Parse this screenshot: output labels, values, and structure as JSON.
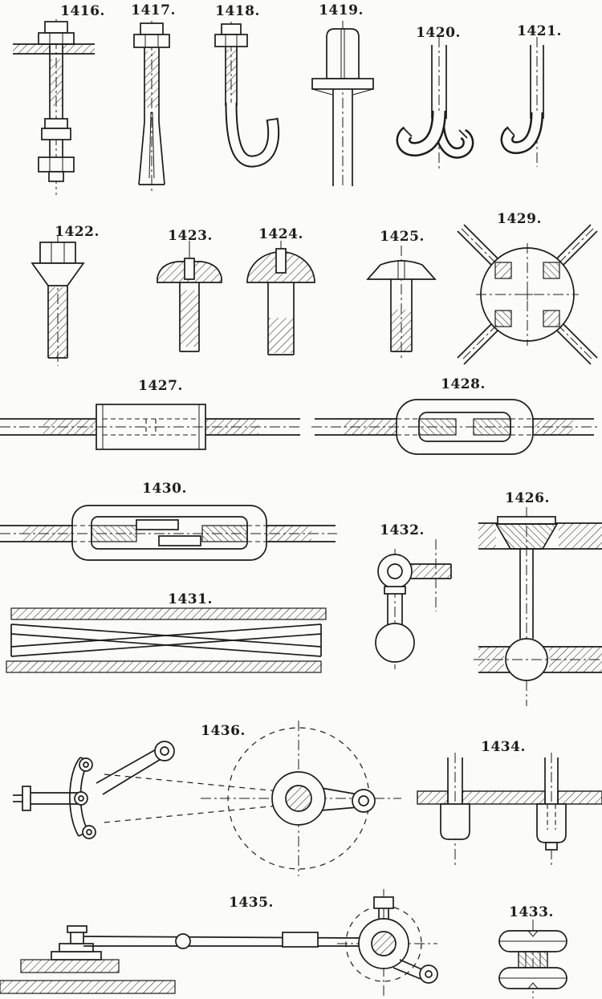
{
  "page": {
    "background": "#fbfbf9",
    "ink": "#1c1c1c"
  },
  "figures": {
    "f1416": {
      "label": "1416."
    },
    "f1417": {
      "label": "1417."
    },
    "f1418": {
      "label": "1418."
    },
    "f1419": {
      "label": "1419."
    },
    "f1420": {
      "label": "1420."
    },
    "f1421": {
      "label": "1421."
    },
    "f1422": {
      "label": "1422."
    },
    "f1423": {
      "label": "1423."
    },
    "f1424": {
      "label": "1424."
    },
    "f1425": {
      "label": "1425."
    },
    "f1426": {
      "label": "1426."
    },
    "f1427": {
      "label": "1427."
    },
    "f1428": {
      "label": "1428."
    },
    "f1429": {
      "label": "1429."
    },
    "f1430": {
      "label": "1430."
    },
    "f1431": {
      "label": "1431."
    },
    "f1432": {
      "label": "1432."
    },
    "f1433": {
      "label": "1433."
    },
    "f1434": {
      "label": "1434."
    },
    "f1435": {
      "label": "1435."
    },
    "f1436": {
      "label": "1436."
    }
  }
}
